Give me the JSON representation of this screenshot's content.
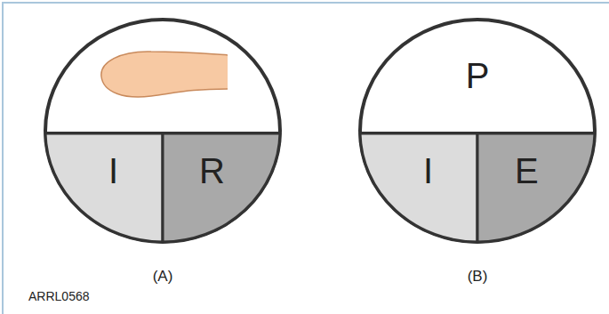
{
  "diagram": {
    "nodes": [
      {
        "text": [
          "(A)"
        ]
      },
      {
        "text": [
          "I"
        ],
        "in": 0
      },
      {
        "text": [
          "R"
        ],
        "in": 0
      },
      {
        "text": [
          "P",
          "(B)"
        ]
      },
      {
        "text": [
          "I"
        ],
        "in": 3
      },
      {
        "text": [
          "E"
        ],
        "in": 3
      }
    ],
    "labels": [
      "ARRL0568"
    ]
  }
}
